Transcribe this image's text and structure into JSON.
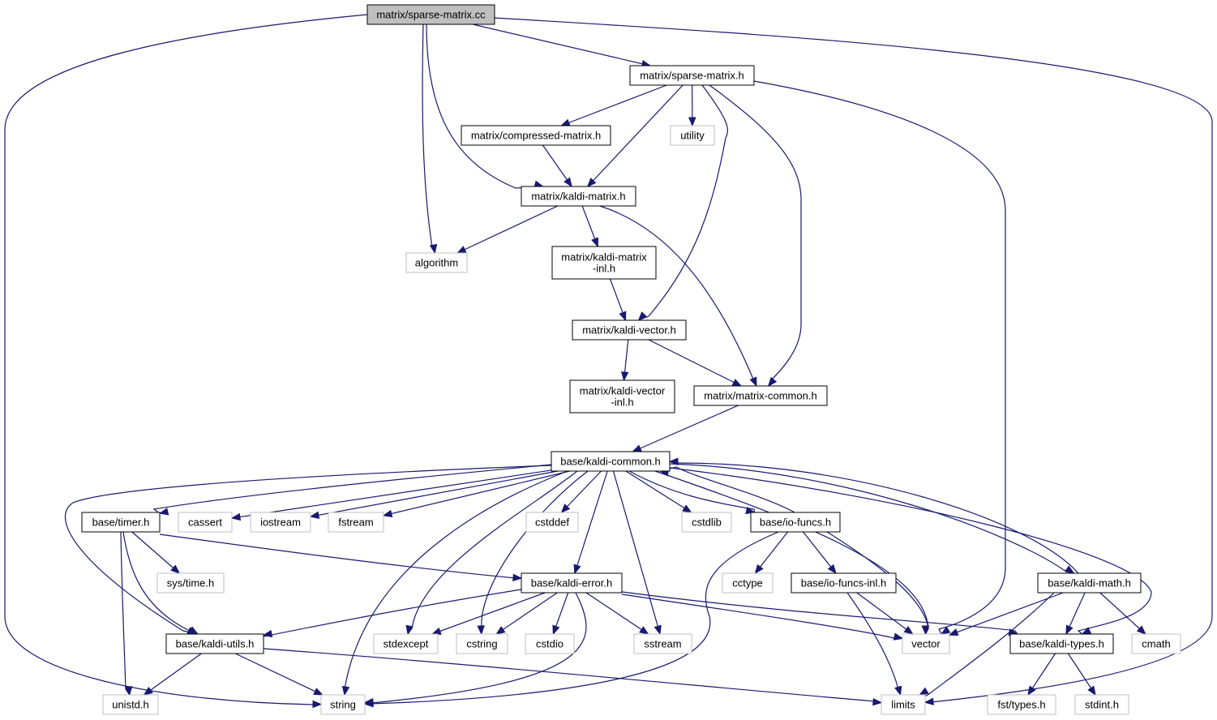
{
  "diagram": {
    "title": "",
    "colors": {
      "edge": "#191970",
      "root_fill": "#bfbfbf",
      "node_border": "#000000",
      "system_border": "#bfbfbf",
      "background": "#ffffff"
    },
    "nodes": [
      {
        "id": "sparse_cc",
        "label": [
          "matrix/sparse-matrix.cc"
        ],
        "kind": "root"
      },
      {
        "id": "sparse_h",
        "label": [
          "matrix/sparse-matrix.h"
        ],
        "kind": "primary"
      },
      {
        "id": "compressed_h",
        "label": [
          "matrix/compressed-matrix.h"
        ],
        "kind": "primary"
      },
      {
        "id": "utility",
        "label": [
          "utility"
        ],
        "kind": "system"
      },
      {
        "id": "kaldi_matrix_h",
        "label": [
          "matrix/kaldi-matrix.h"
        ],
        "kind": "primary"
      },
      {
        "id": "algorithm",
        "label": [
          "algorithm"
        ],
        "kind": "system"
      },
      {
        "id": "kaldi_matrix_inl",
        "label": [
          "matrix/kaldi-matrix",
          "-inl.h"
        ],
        "kind": "primary"
      },
      {
        "id": "kaldi_vector_h",
        "label": [
          "matrix/kaldi-vector.h"
        ],
        "kind": "primary"
      },
      {
        "id": "kaldi_vector_inl",
        "label": [
          "matrix/kaldi-vector",
          "-inl.h"
        ],
        "kind": "primary"
      },
      {
        "id": "matrix_common",
        "label": [
          "matrix/matrix-common.h"
        ],
        "kind": "primary"
      },
      {
        "id": "kaldi_common",
        "label": [
          "base/kaldi-common.h"
        ],
        "kind": "primary"
      },
      {
        "id": "timer_h",
        "label": [
          "base/timer.h"
        ],
        "kind": "primary"
      },
      {
        "id": "cassert",
        "label": [
          "cassert"
        ],
        "kind": "system"
      },
      {
        "id": "iostream",
        "label": [
          "iostream"
        ],
        "kind": "system"
      },
      {
        "id": "fstream",
        "label": [
          "fstream"
        ],
        "kind": "system"
      },
      {
        "id": "cstddef",
        "label": [
          "cstddef"
        ],
        "kind": "system"
      },
      {
        "id": "cstdlib",
        "label": [
          "cstdlib"
        ],
        "kind": "system"
      },
      {
        "id": "io_funcs_h",
        "label": [
          "base/io-funcs.h"
        ],
        "kind": "primary"
      },
      {
        "id": "systime",
        "label": [
          "sys/time.h"
        ],
        "kind": "system"
      },
      {
        "id": "kaldi_error_h",
        "label": [
          "base/kaldi-error.h"
        ],
        "kind": "primary"
      },
      {
        "id": "cctype",
        "label": [
          "cctype"
        ],
        "kind": "system"
      },
      {
        "id": "io_funcs_inl",
        "label": [
          "base/io-funcs-inl.h"
        ],
        "kind": "primary"
      },
      {
        "id": "kaldi_math_h",
        "label": [
          "base/kaldi-math.h"
        ],
        "kind": "primary"
      },
      {
        "id": "kaldi_utils_h",
        "label": [
          "base/kaldi-utils.h"
        ],
        "kind": "primary"
      },
      {
        "id": "stdexcept",
        "label": [
          "stdexcept"
        ],
        "kind": "system"
      },
      {
        "id": "cstring",
        "label": [
          "cstring"
        ],
        "kind": "system"
      },
      {
        "id": "cstdio",
        "label": [
          "cstdio"
        ],
        "kind": "system"
      },
      {
        "id": "sstream",
        "label": [
          "sstream"
        ],
        "kind": "system"
      },
      {
        "id": "vector",
        "label": [
          "vector"
        ],
        "kind": "system"
      },
      {
        "id": "kaldi_types_h",
        "label": [
          "base/kaldi-types.h"
        ],
        "kind": "primary"
      },
      {
        "id": "cmath",
        "label": [
          "cmath"
        ],
        "kind": "system"
      },
      {
        "id": "unistd",
        "label": [
          "unistd.h"
        ],
        "kind": "system"
      },
      {
        "id": "string",
        "label": [
          "string"
        ],
        "kind": "system"
      },
      {
        "id": "limits",
        "label": [
          "limits"
        ],
        "kind": "system"
      },
      {
        "id": "fst_types",
        "label": [
          "fst/types.h"
        ],
        "kind": "system"
      },
      {
        "id": "stdint",
        "label": [
          "stdint.h"
        ],
        "kind": "system"
      }
    ],
    "edges": [
      {
        "from": "sparse_cc",
        "to": "sparse_h"
      },
      {
        "from": "sparse_cc",
        "to": "kaldi_matrix_h"
      },
      {
        "from": "sparse_cc",
        "to": "algorithm"
      },
      {
        "from": "sparse_cc",
        "to": "string"
      },
      {
        "from": "sparse_cc",
        "to": "limits"
      },
      {
        "from": "sparse_h",
        "to": "compressed_h"
      },
      {
        "from": "sparse_h",
        "to": "utility"
      },
      {
        "from": "sparse_h",
        "to": "kaldi_matrix_h"
      },
      {
        "from": "sparse_h",
        "to": "kaldi_vector_h"
      },
      {
        "from": "sparse_h",
        "to": "matrix_common"
      },
      {
        "from": "sparse_h",
        "to": "vector"
      },
      {
        "from": "compressed_h",
        "to": "kaldi_matrix_h"
      },
      {
        "from": "kaldi_matrix_h",
        "to": "algorithm"
      },
      {
        "from": "kaldi_matrix_h",
        "to": "kaldi_matrix_inl"
      },
      {
        "from": "kaldi_matrix_h",
        "to": "matrix_common"
      },
      {
        "from": "kaldi_matrix_inl",
        "to": "kaldi_vector_h"
      },
      {
        "from": "kaldi_vector_h",
        "to": "kaldi_vector_inl"
      },
      {
        "from": "kaldi_vector_h",
        "to": "matrix_common"
      },
      {
        "from": "matrix_common",
        "to": "kaldi_common"
      },
      {
        "from": "kaldi_common",
        "to": "timer_h"
      },
      {
        "from": "kaldi_common",
        "to": "cassert"
      },
      {
        "from": "kaldi_common",
        "to": "iostream"
      },
      {
        "from": "kaldi_common",
        "to": "fstream"
      },
      {
        "from": "kaldi_common",
        "to": "cstddef"
      },
      {
        "from": "kaldi_common",
        "to": "cstdlib"
      },
      {
        "from": "kaldi_common",
        "to": "io_funcs_h"
      },
      {
        "from": "kaldi_common",
        "to": "kaldi_error_h"
      },
      {
        "from": "kaldi_common",
        "to": "kaldi_math_h"
      },
      {
        "from": "kaldi_common",
        "to": "kaldi_utils_h"
      },
      {
        "from": "kaldi_common",
        "to": "kaldi_types_h"
      },
      {
        "from": "kaldi_common",
        "to": "string"
      },
      {
        "from": "kaldi_common",
        "to": "stdexcept"
      },
      {
        "from": "kaldi_common",
        "to": "cstring"
      },
      {
        "from": "kaldi_common",
        "to": "sstream"
      },
      {
        "from": "kaldi_common",
        "to": "vector"
      },
      {
        "from": "timer_h",
        "to": "systime"
      },
      {
        "from": "timer_h",
        "to": "kaldi_error_h"
      },
      {
        "from": "timer_h",
        "to": "kaldi_utils_h"
      },
      {
        "from": "timer_h",
        "to": "unistd"
      },
      {
        "from": "io_funcs_h",
        "to": "kaldi_common"
      },
      {
        "from": "io_funcs_h",
        "to": "cctype"
      },
      {
        "from": "io_funcs_h",
        "to": "io_funcs_inl"
      },
      {
        "from": "io_funcs_h",
        "to": "vector"
      },
      {
        "from": "io_funcs_h",
        "to": "string"
      },
      {
        "from": "io_funcs_inl",
        "to": "vector"
      },
      {
        "from": "io_funcs_inl",
        "to": "limits"
      },
      {
        "from": "kaldi_math_h",
        "to": "kaldi_common"
      },
      {
        "from": "kaldi_math_h",
        "to": "vector"
      },
      {
        "from": "kaldi_math_h",
        "to": "kaldi_types_h"
      },
      {
        "from": "kaldi_math_h",
        "to": "cmath"
      },
      {
        "from": "kaldi_math_h",
        "to": "limits"
      },
      {
        "from": "kaldi_error_h",
        "to": "kaldi_utils_h"
      },
      {
        "from": "kaldi_error_h",
        "to": "stdexcept"
      },
      {
        "from": "kaldi_error_h",
        "to": "cstring"
      },
      {
        "from": "kaldi_error_h",
        "to": "cstdio"
      },
      {
        "from": "kaldi_error_h",
        "to": "sstream"
      },
      {
        "from": "kaldi_error_h",
        "to": "vector"
      },
      {
        "from": "kaldi_error_h",
        "to": "kaldi_types_h"
      },
      {
        "from": "kaldi_error_h",
        "to": "string"
      },
      {
        "from": "kaldi_utils_h",
        "to": "unistd"
      },
      {
        "from": "kaldi_utils_h",
        "to": "string"
      },
      {
        "from": "kaldi_utils_h",
        "to": "limits"
      },
      {
        "from": "kaldi_types_h",
        "to": "fst_types"
      },
      {
        "from": "kaldi_types_h",
        "to": "stdint"
      }
    ]
  }
}
